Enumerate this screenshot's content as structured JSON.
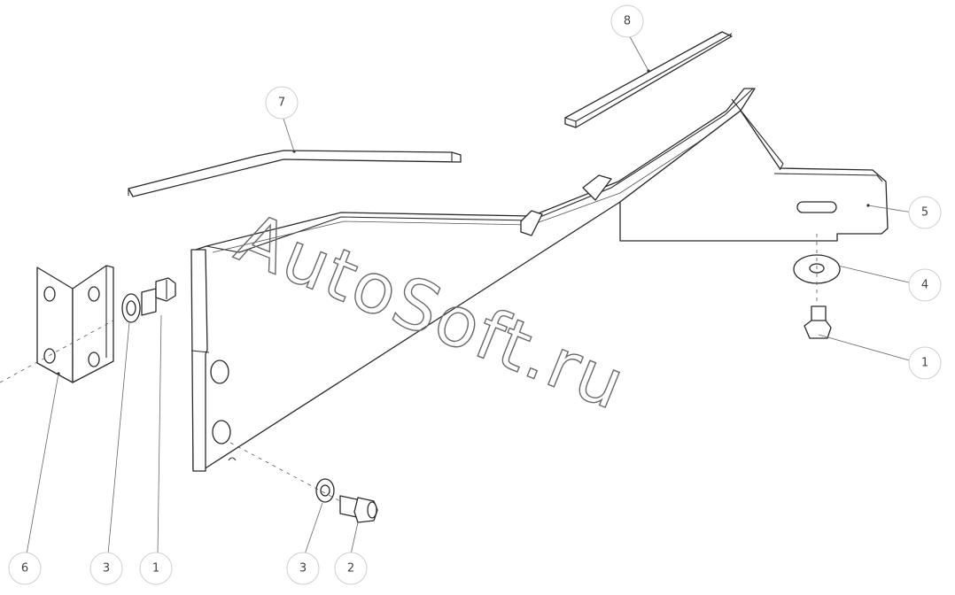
{
  "watermark": "AutoSoft.ru",
  "callouts": [
    {
      "id": "callout-8",
      "label": "8"
    },
    {
      "id": "callout-7",
      "label": "7"
    },
    {
      "id": "callout-5",
      "label": "5"
    },
    {
      "id": "callout-4",
      "label": "4"
    },
    {
      "id": "callout-1-right",
      "label": "1"
    },
    {
      "id": "callout-6",
      "label": "6"
    },
    {
      "id": "callout-3-left",
      "label": "3"
    },
    {
      "id": "callout-1-left",
      "label": "1"
    },
    {
      "id": "callout-3-bottom",
      "label": "3"
    },
    {
      "id": "callout-2",
      "label": "2"
    }
  ]
}
